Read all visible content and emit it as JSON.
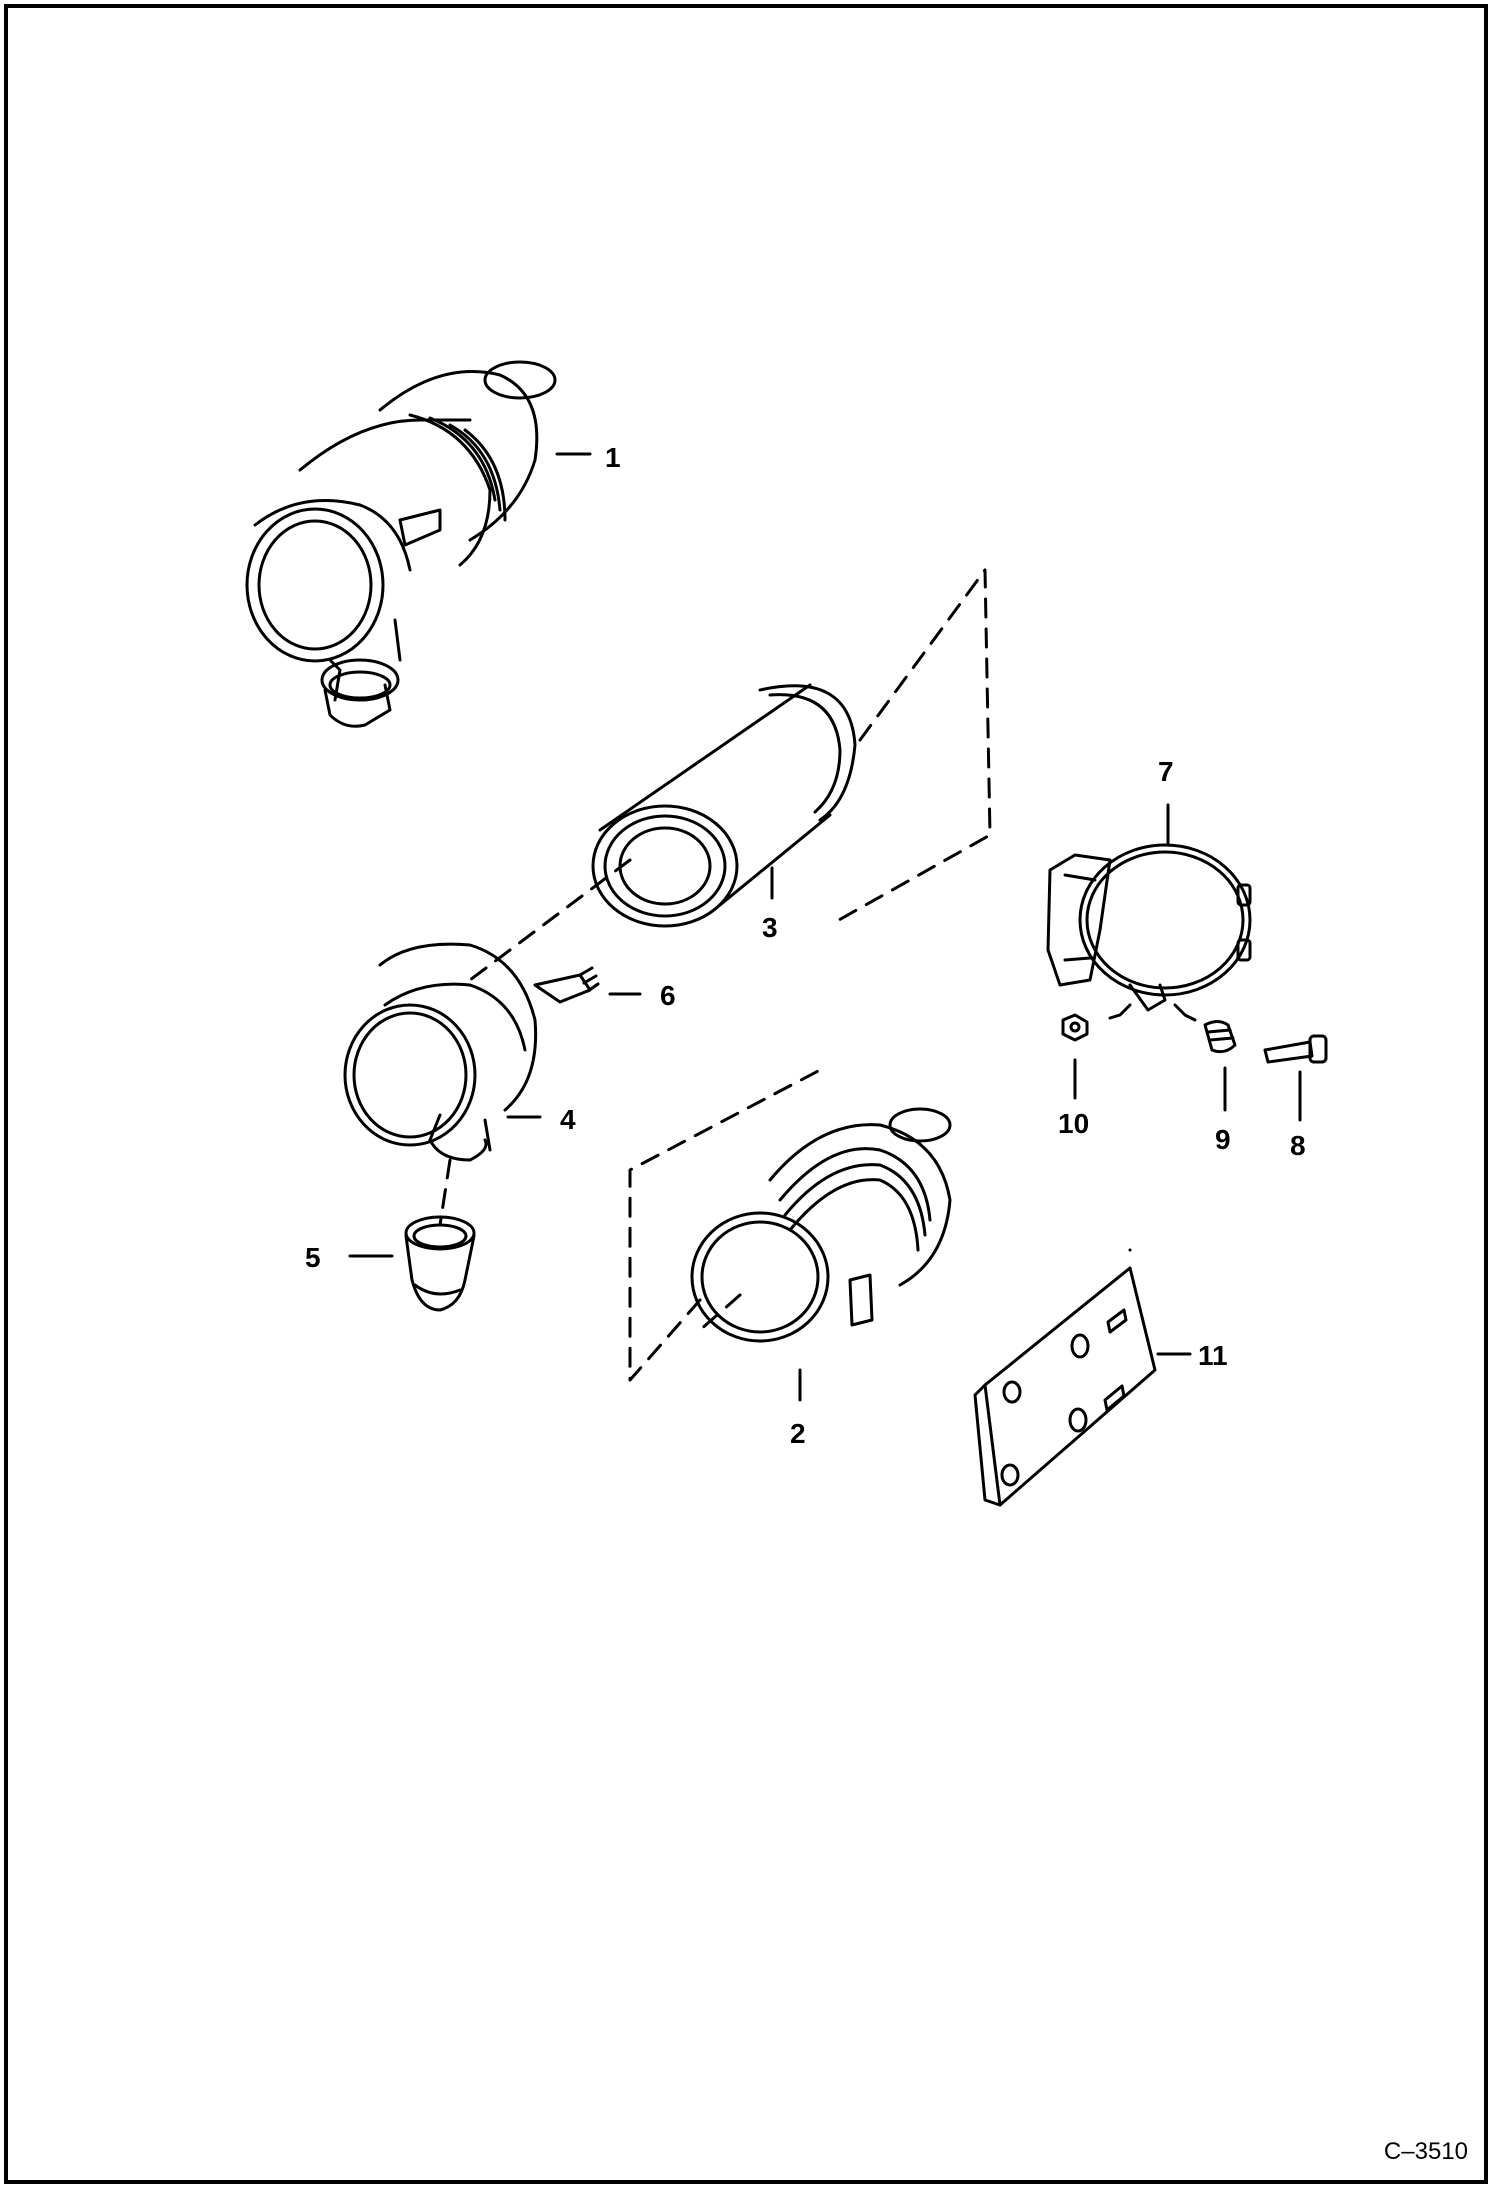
{
  "callouts": {
    "c1": "1",
    "c2": "2",
    "c3": "3",
    "c4": "4",
    "c5": "5",
    "c6": "6",
    "c7": "7",
    "c8": "8",
    "c9": "9",
    "c10": "10",
    "c11": "11"
  },
  "figure_ref": "C–3510",
  "colors": {
    "line": "#000000",
    "background": "#ffffff"
  }
}
